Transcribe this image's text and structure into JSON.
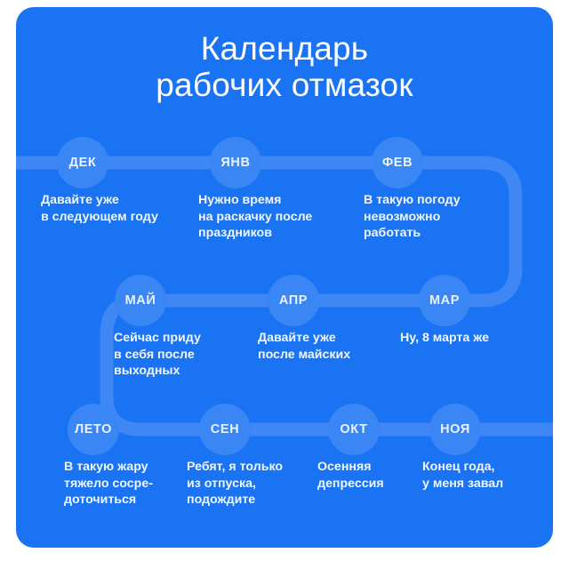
{
  "card": {
    "background_color": "#1a73f2",
    "node_color": "#3a86f5",
    "track_color": "#3f87f5",
    "text_color": "#f0f6ff"
  },
  "title": "Календарь\nрабочих отмазок",
  "rows": [
    {
      "row_name": "row-1",
      "months": [
        {
          "label": "ДЕК",
          "text": "Давайте уже\nв следующем году"
        },
        {
          "label": "ЯНВ",
          "text": "Нужно время\nна раскачку после\nпраздников"
        },
        {
          "label": "ФЕВ",
          "text": "В такую погоду\nневозможно\nработать"
        }
      ]
    },
    {
      "row_name": "row-2",
      "months": [
        {
          "label": "МАЙ",
          "text": "Сейчас приду\nв себя после\nвыходных"
        },
        {
          "label": "АПР",
          "text": "Давайте уже\nпосле майских"
        },
        {
          "label": "МАР",
          "text": "Ну, 8 марта же"
        }
      ]
    },
    {
      "row_name": "row-3",
      "months": [
        {
          "label": "ЛЕТО",
          "text": "В такую жару\nтяжело сосре-\nдоточиться"
        },
        {
          "label": "СЕН",
          "text": "Ребят, я только\nиз отпуска,\nподождите"
        },
        {
          "label": "ОКТ",
          "text": "Осенняя\nдепрессия"
        },
        {
          "label": "НОЯ",
          "text": "Конец года,\nу меня завал"
        }
      ]
    }
  ]
}
